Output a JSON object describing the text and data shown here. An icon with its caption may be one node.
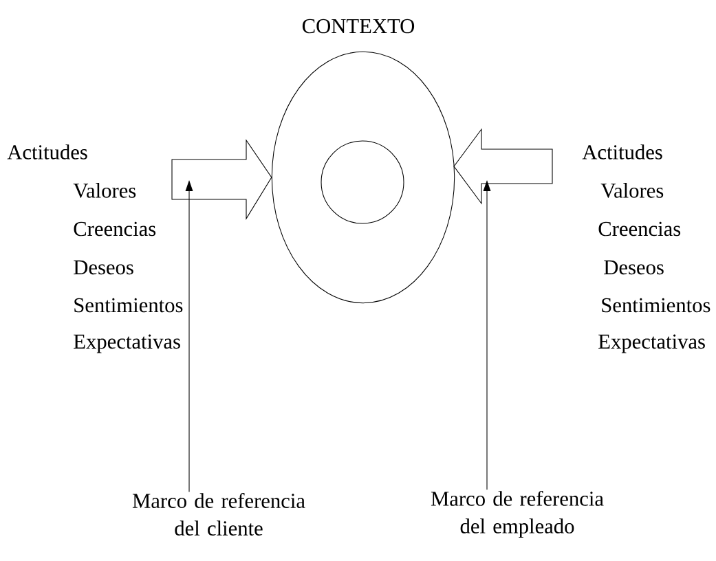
{
  "diagram": {
    "title": "CONTEXTO",
    "nodes": [
      {
        "text": [],
        "shape": "ellipse"
      },
      {
        "text": [],
        "shape": "circle",
        "in": 0
      },
      {
        "text": [
          "Actitudes",
          "Valores",
          "Creencias",
          "Deseos",
          "Sentimientos",
          "Expectativas"
        ]
      },
      {
        "text": [
          "Actitudes",
          "Valores",
          "Creencias",
          "Deseos",
          "Sentimientos",
          "Expectativas"
        ]
      },
      {
        "text": [
          "Marco de referencia del cliente"
        ]
      },
      {
        "text": [
          "Marco de referencia del empleado"
        ]
      }
    ],
    "edges": [
      {
        "from": 2,
        "to": 0,
        "arrow": "to"
      },
      {
        "from": 3,
        "to": 0,
        "arrow": "to"
      },
      {
        "from": 4,
        "to": 2,
        "arrow": "to"
      },
      {
        "from": 5,
        "to": null,
        "arrow": "to"
      }
    ]
  }
}
